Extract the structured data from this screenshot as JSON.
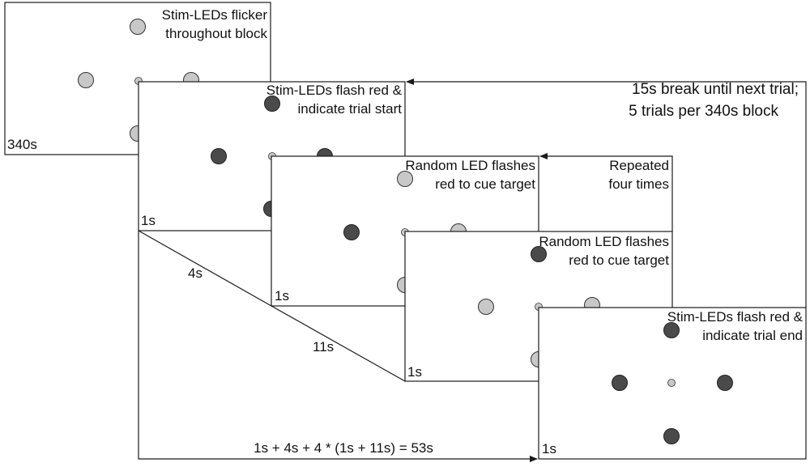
{
  "colors": {
    "led_light": "#c8c8c8",
    "led_dark": "#4a4a4a",
    "line": "#1a1a1a"
  },
  "panels": [
    {
      "id": "block",
      "caption_lines": [
        "Stim-LEDs flicker",
        "throughout block"
      ],
      "duration": "340s",
      "leds": "light"
    },
    {
      "id": "trial-start",
      "caption_lines": [
        "Stim-LEDs flash red &",
        "indicate trial start"
      ],
      "duration": "1s",
      "leds": "dark"
    },
    {
      "id": "cue-1",
      "caption_lines": [
        "Random LED flashes",
        "red to cue target"
      ],
      "duration": "1s",
      "leds": "cue"
    },
    {
      "id": "cue-2",
      "caption_lines": [
        "Random LED flashes",
        "red to cue target"
      ],
      "duration": "1s",
      "leds": "cue"
    },
    {
      "id": "trial-end",
      "caption_lines": [
        "Stim-LEDs flash red &",
        "indicate trial end"
      ],
      "duration": "1s",
      "leds": "dark"
    }
  ],
  "annotations": {
    "break_lines": [
      "15s break until next trial;",
      "5 trials per 340s block"
    ],
    "repeat_lines": [
      "Repeated",
      "four times"
    ],
    "interval_a": "4s",
    "interval_b": "11s",
    "total": "1s + 4s + 4 * (1s + 11s) = 53s"
  }
}
